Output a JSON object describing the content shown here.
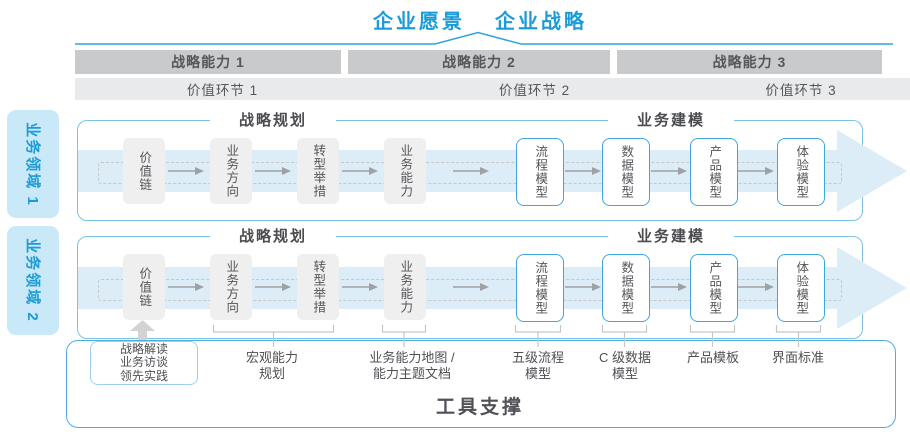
{
  "colors": {
    "accent_blue": "#1B9CD8",
    "row_border_blue": "#7CC3E8",
    "band_blue": "#DCEDF8",
    "bar_gray": "#C9CACB",
    "chevron_gray": "#E9EAEB",
    "box_gray": "#EFEFF0",
    "text_dark": "#55565A"
  },
  "header": {
    "vision": "企业愿景",
    "strategy": "企业战略"
  },
  "capabilities": [
    "战略能力 1",
    "战略能力 2",
    "战略能力 3"
  ],
  "value_links": [
    "价值环节 1",
    "价值环节 2",
    "价值环节 3"
  ],
  "domains": [
    {
      "label": "业务领域 1",
      "planning": {
        "title": "战略规划",
        "boxes": [
          "价值链",
          "业务方向",
          "转型举措",
          "业务能力"
        ]
      },
      "modeling": {
        "title": "业务建模",
        "boxes": [
          "流程模型",
          "数据模型",
          "产品模型",
          "体验模型"
        ]
      }
    },
    {
      "label": "业务领域 2",
      "planning": {
        "title": "战略规划",
        "boxes": [
          "价值链",
          "业务方向",
          "转型举措",
          "业务能力"
        ]
      },
      "modeling": {
        "title": "业务建模",
        "boxes": [
          "流程模型",
          "数据模型",
          "产品模型",
          "体验模型"
        ]
      }
    }
  ],
  "tools": {
    "title": "工具支撑",
    "practice_box": {
      "lines": [
        "战略解读",
        "业务访谈",
        "领先实践"
      ]
    },
    "annotations": [
      {
        "lines": [
          "宏观能力",
          "规划"
        ]
      },
      {
        "lines": [
          "业务能力地图 /",
          "能力主题文档"
        ]
      },
      {
        "lines": [
          "五级流程",
          "模型"
        ]
      },
      {
        "lines": [
          "C 级数据",
          "模型"
        ]
      },
      {
        "lines": [
          "产品模板"
        ]
      },
      {
        "lines": [
          "界面标准"
        ]
      }
    ]
  }
}
